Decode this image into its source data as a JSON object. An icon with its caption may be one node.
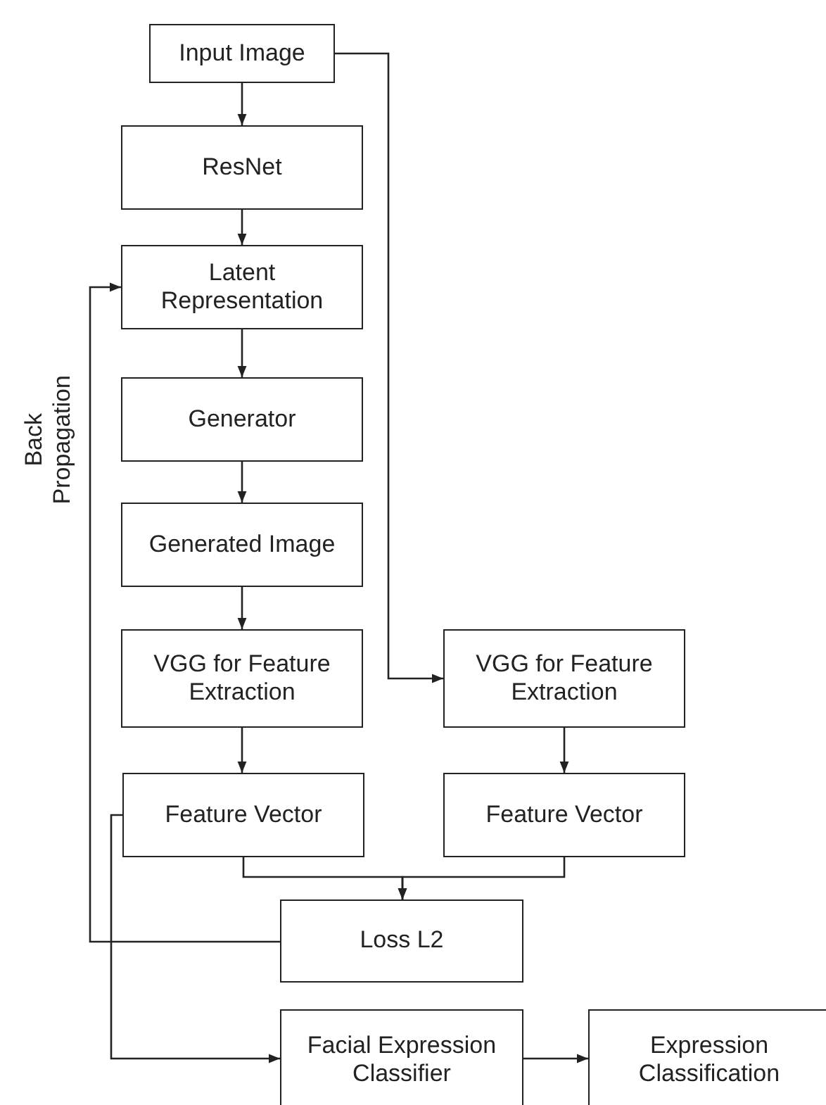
{
  "diagram": {
    "nodes": [
      {
        "text": [
          "Input Image"
        ]
      },
      {
        "text": [
          "ResNet"
        ]
      },
      {
        "text": [
          "Latent Representation"
        ]
      },
      {
        "text": [
          "Generator"
        ]
      },
      {
        "text": [
          "Generated Image"
        ]
      },
      {
        "text": [
          "VGG for Feature Extraction"
        ]
      },
      {
        "text": [
          "VGG for Feature Extraction"
        ]
      },
      {
        "text": [
          "Feature Vector"
        ]
      },
      {
        "text": [
          "Feature Vector"
        ]
      },
      {
        "text": [
          "Loss L2"
        ]
      },
      {
        "text": [
          "Facial Expression Classifier"
        ]
      },
      {
        "text": [
          "Expression Classification"
        ]
      }
    ],
    "edges": [
      {
        "from": 0,
        "to": 1,
        "arrow": "to"
      },
      {
        "from": 1,
        "to": 2,
        "arrow": "to"
      },
      {
        "from": 2,
        "to": 3,
        "arrow": "to"
      },
      {
        "from": 3,
        "to": 4,
        "arrow": "to"
      },
      {
        "from": 4,
        "to": 5,
        "arrow": "to"
      },
      {
        "from": 0,
        "to": 6,
        "arrow": "to"
      },
      {
        "from": 5,
        "to": 7,
        "arrow": "to"
      },
      {
        "from": 6,
        "to": 8,
        "arrow": "to"
      },
      {
        "from": 7,
        "to": 9,
        "arrow": "to"
      },
      {
        "from": 8,
        "to": 9,
        "arrow": "to"
      },
      {
        "from": 9,
        "to": 2,
        "arrow": "to"
      },
      {
        "from": 7,
        "to": 10,
        "arrow": "to"
      },
      {
        "from": 10,
        "to": 11,
        "arrow": "to"
      }
    ],
    "labels": [
      "Back Propagation"
    ]
  }
}
